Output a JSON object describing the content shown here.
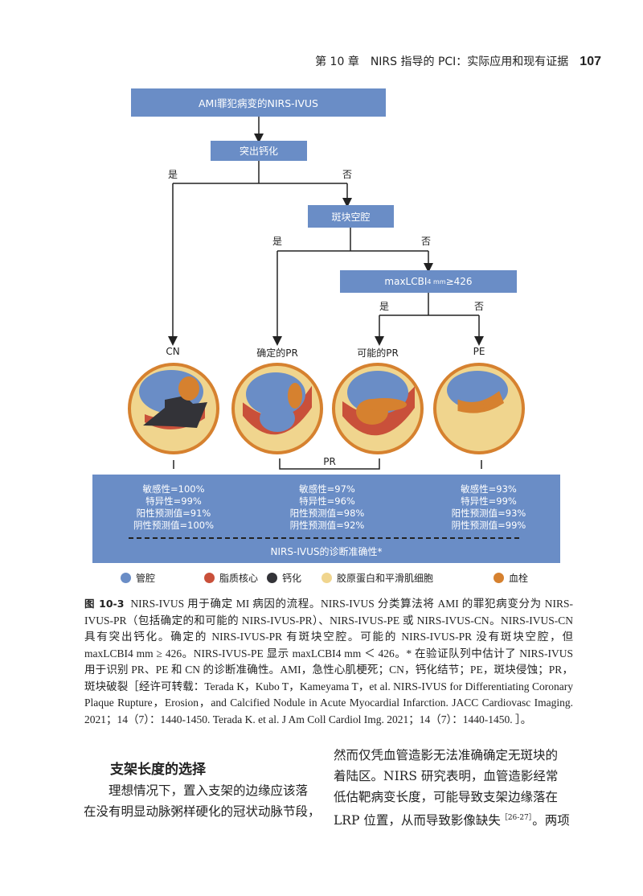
{
  "header": {
    "chapter": "第 10 章　NIRS 指导的 PCI：实际应用和现有证据",
    "page_number": "107"
  },
  "flowchart": {
    "start": "AMI罪犯病变的NIRS-IVUS",
    "q1": "突出钙化",
    "q2": "斑块空腔",
    "q3": "maxLCBI",
    "q3_sub": "4 mm",
    "q3_tail": "≥426",
    "yes": "是",
    "no": "否",
    "outcomes": [
      "CN",
      "确定的PR",
      "可能的PR",
      "PE"
    ],
    "bracket_label": "PR"
  },
  "accuracy": {
    "columns": [
      [
        "敏感性=100%",
        "特异性=99%",
        "阳性预测值=91%",
        "阴性预测值=100%"
      ],
      [
        "敏感性=97%",
        "特异性=96%",
        "阳性预测值=98%",
        "阴性预测值=92%"
      ],
      [
        "敏感性=93%",
        "特异性=99%",
        "阳性预测值=93%",
        "阴性预测值=99%"
      ]
    ],
    "footer": "NIRS-IVUS的诊断准确性*"
  },
  "legend": [
    {
      "label": "管腔",
      "color": "#6a8dc6"
    },
    {
      "label": "脂质核心",
      "color": "#c9503a"
    },
    {
      "label": "钙化",
      "color": "#333338"
    },
    {
      "label": "胶原蛋白和平滑肌细胞",
      "color": "#f0d58e"
    },
    {
      "label": "血栓",
      "color": "#d6812f"
    }
  ],
  "caption": {
    "label": "图 10-3",
    "text": "NIRS-IVUS 用于确定 MI 病因的流程。NIRS-IVUS 分类算法将 AMI 的罪犯病变分为 NIRS-IVUS-PR（包括确定的和可能的 NIRS-IVUS-PR）、NIRS-IVUS-PE 或 NIRS-IVUS-CN。NIRS-IVUS-CN 具有突出钙化。确定的 NIRS-IVUS-PR 有斑块空腔。可能的 NIRS-IVUS-PR 没有斑块空腔，但 maxLCBI4 mm ≥ 426。NIRS-IVUS-PE 显示 maxLCBI4 mm ＜ 426。* 在验证队列中估计了 NIRS-IVUS 用于识别 PR、PE 和 CN 的诊断准确性。AMI，急性心肌梗死；CN，钙化结节；PE，斑块侵蚀；PR，斑块破裂［经许可转载：Terada K，Kubo T，Kameyama T，et al. NIRS-IVUS for Differentiating Coronary Plaque Rupture，Erosion，and Calcified Nodule in Acute Myocardial Infarction. JACC Cardiovasc Imaging. 2021；14（7）：1440-1450. Terada K. et al. J Am Coll Cardiol Img. 2021；14（7）：1440-1450. ］。"
  },
  "section": {
    "heading": "支架长度的选择",
    "left_lines": [
      "　　理想情况下，置入支架的边缘应该落",
      "在没有明显动脉粥样硬化的冠状动脉节段，"
    ],
    "right_lines": [
      "然而仅凭血管造影无法准确确定无斑块的",
      "着陆区。NIRS 研究表明，血管造影经常",
      "低估靶病变长度，可能导致支架边缘落在"
    ],
    "right_last": "LRP 位置，从而导致影像缺失",
    "ref": "［26-27］",
    "right_last_tail": "。两项"
  }
}
